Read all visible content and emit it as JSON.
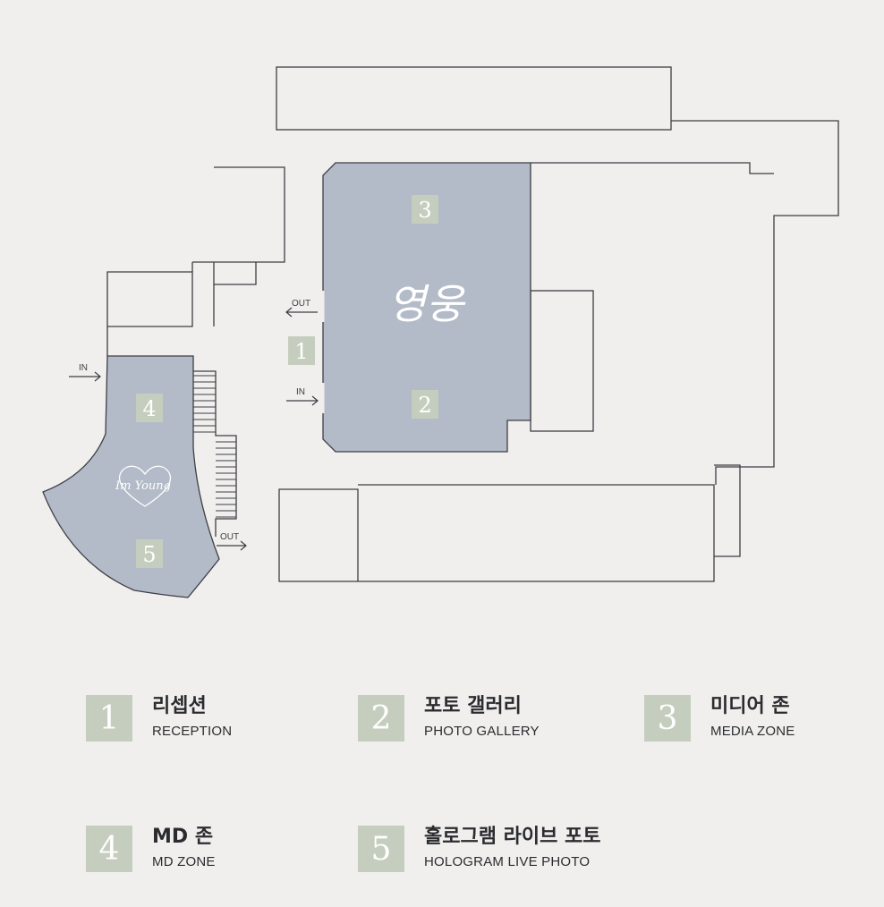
{
  "map": {
    "logo_text": "영웅",
    "signature_text": "Im Young",
    "badges": [
      "1",
      "2",
      "3",
      "4",
      "5"
    ],
    "flow": {
      "in_left": "IN",
      "in_main": "IN",
      "out_main": "OUT",
      "out_stairs": "OUT"
    },
    "colors": {
      "background": "#f0efed",
      "zone_fill": "#b3bbc8",
      "badge_fill": "#c5cebe",
      "outline": "#3d3f46"
    }
  },
  "legend": [
    {
      "number": "1",
      "korean": "리셉션",
      "english": "RECEPTION"
    },
    {
      "number": "2",
      "korean": "포토 갤러리",
      "english": "PHOTO GALLERY"
    },
    {
      "number": "3",
      "korean": "미디어 존",
      "english": "MEDIA ZONE"
    },
    {
      "number": "4",
      "korean": "MD 존",
      "english": "MD ZONE"
    },
    {
      "number": "5",
      "korean": "홀로그램 라이브 포토",
      "english": "HOLOGRAM LIVE PHOTO"
    }
  ]
}
